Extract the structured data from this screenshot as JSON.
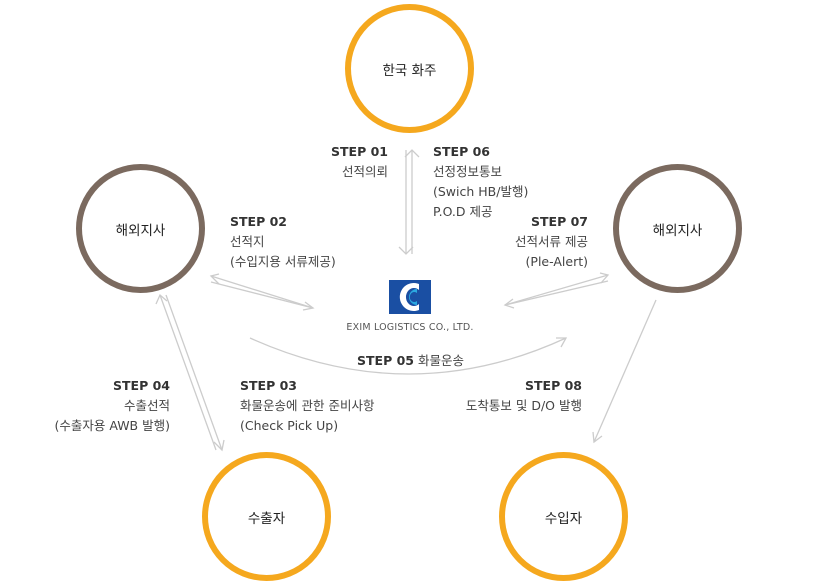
{
  "colors": {
    "orange": "#f5a81e",
    "brown": "#7b6a5f",
    "arrow": "#cccccc"
  },
  "nodes": {
    "korea_owner": "한국 화주",
    "overseas_left": "해외지사",
    "overseas_right": "해외지사",
    "exporter": "수출자",
    "importer": "수입자"
  },
  "logo": {
    "icon": "exim-logo-icon",
    "text": "EXIM LOGISTICS CO., LTD."
  },
  "steps": {
    "s01": {
      "label": "STEP 01",
      "lines": [
        "선적의뢰"
      ]
    },
    "s06": {
      "label": "STEP 06",
      "lines": [
        "선정정보통보",
        "(Swich HB/발행)",
        "P.O.D 제공"
      ]
    },
    "s02": {
      "label": "STEP 02",
      "lines": [
        "선적지",
        "(수입지용 서류제공)"
      ]
    },
    "s07": {
      "label": "STEP 07",
      "lines": [
        "선적서류 제공",
        "(Ple-Alert)"
      ]
    },
    "s05": {
      "label": "STEP 05",
      "text": "화물운송"
    },
    "s04": {
      "label": "STEP 04",
      "lines": [
        "수출선적",
        "(수출자용 AWB 발행)"
      ]
    },
    "s03": {
      "label": "STEP 03",
      "lines": [
        "화물운송에 관한 준비사항",
        "(Check Pick Up)"
      ]
    },
    "s08": {
      "label": "STEP 08",
      "lines": [
        "도착통보 및 D/O 발행"
      ]
    }
  }
}
